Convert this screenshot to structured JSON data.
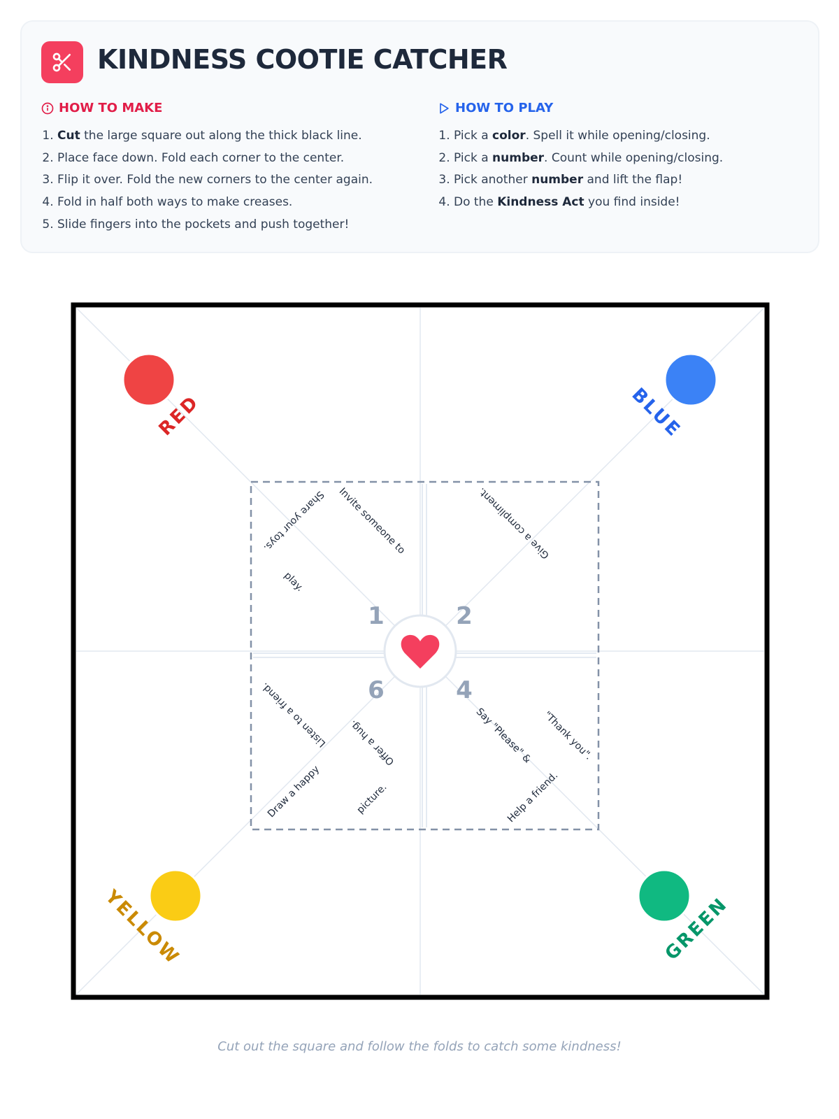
{
  "header": {
    "title": "KINDNESS COOTIE CATCHER",
    "logo_icon": "scissors-icon",
    "logo_color": "#f43f5e"
  },
  "how_to_make": {
    "heading": "HOW TO MAKE",
    "icon": "info-circle-icon",
    "color": "#e11d48",
    "steps": [
      {
        "bold": "Cut",
        "rest": " the large square out along the thick black line."
      },
      {
        "pre": "Place face down. Fold each corner to the center."
      },
      {
        "pre": "Flip it over. Fold the new corners to the center again."
      },
      {
        "pre": "Fold in half both ways to make creases."
      },
      {
        "pre": "Slide fingers into the pockets and push together!"
      }
    ]
  },
  "how_to_play": {
    "heading": "HOW TO PLAY",
    "icon": "play-triangle-icon",
    "color": "#2563eb",
    "steps": [
      {
        "pre": "Pick a ",
        "bold": "color",
        "rest": ". Spell it while opening/closing."
      },
      {
        "pre": "Pick a ",
        "bold": "number",
        "rest": ". Count while opening/closing."
      },
      {
        "pre": "Pick another ",
        "bold": "number",
        "rest": " and lift the flap!"
      },
      {
        "pre": "Do the ",
        "bold": "Kindness Act",
        "rest": " you find inside!"
      }
    ]
  },
  "catcher": {
    "colors": [
      {
        "label": "RED",
        "fill": "#ef4444",
        "text": "#dc2626"
      },
      {
        "label": "BLUE",
        "fill": "#3b82f6",
        "text": "#2563eb"
      },
      {
        "label": "YELLOW",
        "fill": "#facc15",
        "text": "#ca8a04"
      },
      {
        "label": "GREEN",
        "fill": "#10b981",
        "text": "#059669"
      }
    ],
    "numbers": [
      "1",
      "2",
      "4",
      "6"
    ],
    "center_icon": "heart-icon",
    "acts": [
      "Share your toys.",
      "Invite someone to",
      "play.",
      "Give a compliment.",
      "Listen to a friend.",
      "Offer a hug.",
      "Draw a happy",
      "picture.",
      "Say \"Please\" &",
      "\"Thank you\".",
      "Help a friend."
    ]
  },
  "footer": "Cut out the square and follow the folds to catch some kindness!"
}
